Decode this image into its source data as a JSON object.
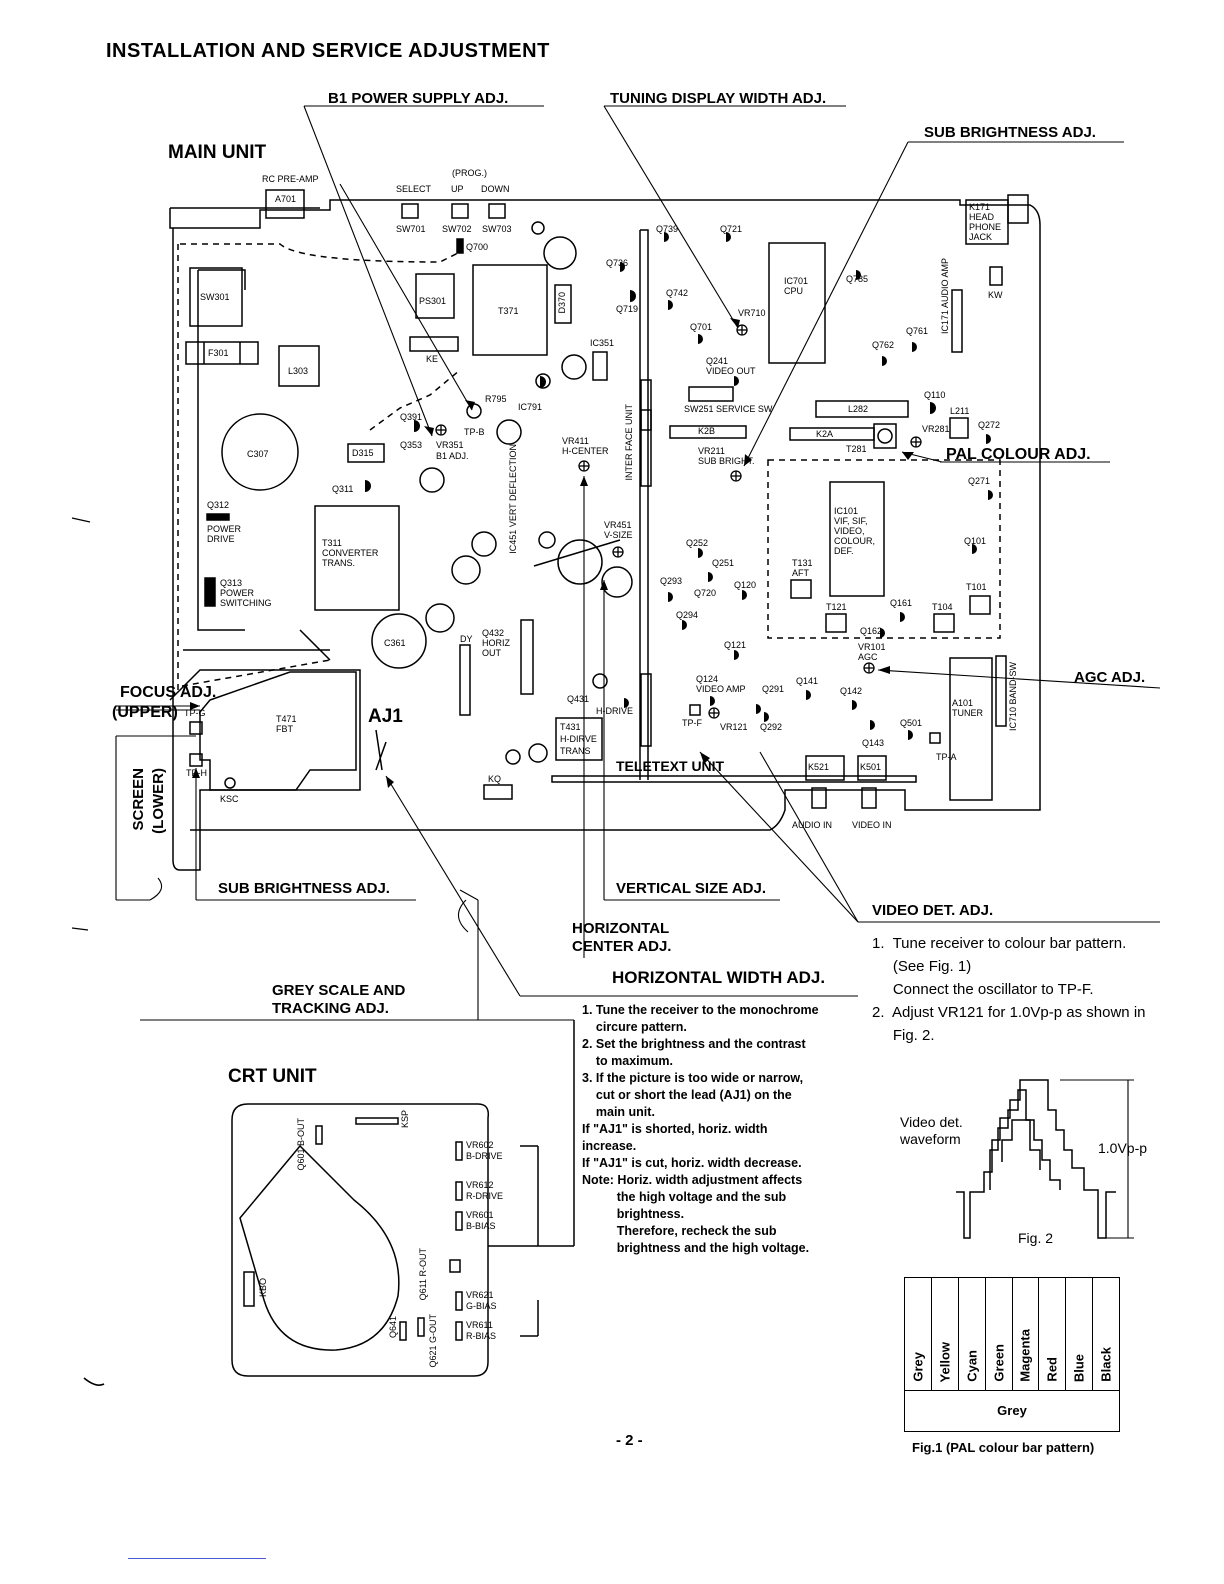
{
  "page_title": "INSTALLATION AND SERVICE ADJUSTMENT",
  "page_number": "- 2 -",
  "units": {
    "main": "MAIN UNIT",
    "crt": "CRT UNIT"
  },
  "adjustments": {
    "b1_power": "B1 POWER SUPPLY ADJ.",
    "tuning_width": "TUNING DISPLAY WIDTH ADJ.",
    "sub_brightness_top": "SUB BRIGHTNESS ADJ.",
    "pal_colour": "PAL COLOUR ADJ.",
    "agc": "AGC ADJ.",
    "focus": "FOCUS ADJ.",
    "upper": "(UPPER)",
    "screen": "SCREEN",
    "lower": "(LOWER)",
    "sub_brightness_bottom": "SUB BRIGHTNESS ADJ.",
    "vertical_size": "VERTICAL SIZE ADJ.",
    "video_det": "VIDEO DET. ADJ.",
    "horizontal_center_1": "HORIZONTAL",
    "horizontal_center_2": "CENTER ADJ.",
    "horizontal_width": "HORIZONTAL WIDTH ADJ.",
    "grey_scale_1": "GREY SCALE AND",
    "grey_scale_2": "TRACKING ADJ."
  },
  "board_labels": {
    "rc_preamp": "RC PRE-AMP",
    "a701": "A701",
    "prog": "(PROG.)",
    "select": "SELECT",
    "up": "UP",
    "down": "DOWN",
    "sw701": "SW701",
    "sw702": "SW702",
    "sw703": "SW703",
    "q700": "Q700",
    "sw301": "SW301",
    "f301": "F301",
    "l303": "L303",
    "ps301": "PS301",
    "t371": "T371",
    "d370": "D370",
    "ke": "KE",
    "c307": "C307",
    "d315": "D315",
    "q311": "Q311",
    "q391": "Q391",
    "q353": "Q353",
    "vr351": "VR351",
    "b1adj": "B1 ADJ.",
    "tpb": "TP-B",
    "r795": "R795",
    "ic791": "IC791",
    "ic351": "IC351",
    "q312": "Q312",
    "power_drive_1": "POWER",
    "power_drive_2": "DRIVE",
    "q313": "Q313",
    "power_sw_1": "POWER",
    "power_sw_2": "SWITCHING",
    "t311": "T311",
    "conv_1": "CONVERTER",
    "conv_2": "TRANS.",
    "c361": "C361",
    "dy": "DY",
    "q432": "Q432",
    "horiz_1": "HORIZ",
    "horiz_2": "OUT",
    "ic451": "IC451 VERT DEFLECTION",
    "vr411": "VR411",
    "hcenter": "H-CENTER",
    "vr451": "VR451",
    "vsize": "V-SIZE",
    "interface": "INTER FACE UNIT",
    "q736": "Q736",
    "q739": "Q739",
    "q721": "Q721",
    "q719": "Q719",
    "q742": "Q742",
    "vr710": "VR710",
    "q701": "Q701",
    "q241": "Q241",
    "video_out": "VIDEO OUT",
    "ic701": "IC701",
    "cpu": "CPU",
    "q785": "Q785",
    "q761": "Q761",
    "q762": "Q762",
    "ic171": "IC171 AUDIO AMP",
    "kw": "KW",
    "k171_1": "K171",
    "k171_2": "HEAD",
    "k171_3": "PHONE",
    "k171_4": "JACK",
    "sw251": "SW251 SERVICE SW",
    "k2b": "K2B",
    "vr211": "VR211",
    "subbright": "SUB BRIGHT.",
    "l282": "L282",
    "k2a": "K2A",
    "t281": "T281",
    "vr281": "VR281",
    "q110": "Q110",
    "l211": "L211",
    "q272": "Q272",
    "q271": "Q271",
    "q101": "Q101",
    "t101": "T101",
    "t104": "T104",
    "ic101_1": "IC101",
    "ic101_2": "VIF, SIF,",
    "ic101_3": "VIDEO,",
    "ic101_4": "COLOUR,",
    "ic101_5": "DEF.",
    "q252": "Q252",
    "q251": "Q251",
    "t131": "T131",
    "aft": "AFT",
    "q293": "Q293",
    "q720": "Q720",
    "q120": "Q120",
    "q294": "Q294",
    "t121": "T121",
    "q161": "Q161",
    "q162": "Q162",
    "vr101": "VR101",
    "agc_s": "AGC",
    "q121": "Q121",
    "q124": "Q124",
    "video_amp": "VIDEO AMP",
    "q291": "Q291",
    "q141": "Q141",
    "q142": "Q142",
    "tpf": "TP-F",
    "vr121": "VR121",
    "q292": "Q292",
    "q501": "Q501",
    "q143": "Q143",
    "tpa": "TP-A",
    "a101_1": "A101",
    "a101_2": "TUNER",
    "ic710": "IC710 BAND-SW",
    "q431": "Q431",
    "hdrive": "H-DRIVE",
    "t431_1": "T431",
    "t431_2": "H-DIRVE",
    "t431_3": "TRANS",
    "teletext": "TELETEXT UNIT",
    "k521": "K521",
    "k501": "K501",
    "audio_in": "AUDIO IN",
    "video_in": "VIDEO IN",
    "kq": "KQ",
    "tpg": "TP-G",
    "tph": "TP-H",
    "ksc": "KSC",
    "t471_1": "T471",
    "t471_2": "FBT",
    "aj1": "AJ1"
  },
  "crt_labels": {
    "q601": "Q601 B-OUT",
    "ksp": "KSP",
    "vr602": "VR602",
    "bdrive": "B-DRIVE",
    "vr612": "VR612",
    "rdrive": "R-DRIVE",
    "vr601": "VR601",
    "bbias": "B-BIAS",
    "q611": "Q611 R-OUT",
    "vr621": "VR621",
    "gbias": "G-BIAS",
    "vr611": "VR611",
    "rbias": "R-BIAS",
    "q621": "Q621 G-OUT",
    "q641": "Q641",
    "kbo": "KBO"
  },
  "horizontal_width_steps": [
    "1. Tune the receiver to the monochrome",
    "    circure pattern.",
    "2. Set the brightness and the contrast",
    "    to maximum.",
    "3. If the picture is too wide or narrow,",
    "    cut or short the lead (AJ1) on the",
    "    main unit.",
    "If \"AJ1\" is shorted, horiz. width",
    "increase.",
    "If \"AJ1\" is cut, horiz. width decrease.",
    "Note: Horiz. width adjustment affects",
    "          the high voltage and the sub",
    "          brightness.",
    "          Therefore, recheck the sub",
    "          brightness and the high voltage."
  ],
  "video_det_steps": [
    "1.  Tune receiver to colour bar pattern.",
    "     (See Fig. 1)",
    "     Connect the oscillator to TP-F.",
    "2.  Adjust VR121 for 1.0Vp-p as shown in",
    "     Fig. 2."
  ],
  "fig2": {
    "label_1": "Video det.",
    "label_2": "waveform",
    "amplitude": "1.0Vp-p",
    "caption": "Fig. 2"
  },
  "fig1": {
    "bars": [
      "Grey",
      "Yellow",
      "Cyan",
      "Green",
      "Magenta",
      "Red",
      "Blue",
      "Black"
    ],
    "bottom": "Grey",
    "caption": "Fig.1 (PAL colour bar pattern)"
  }
}
